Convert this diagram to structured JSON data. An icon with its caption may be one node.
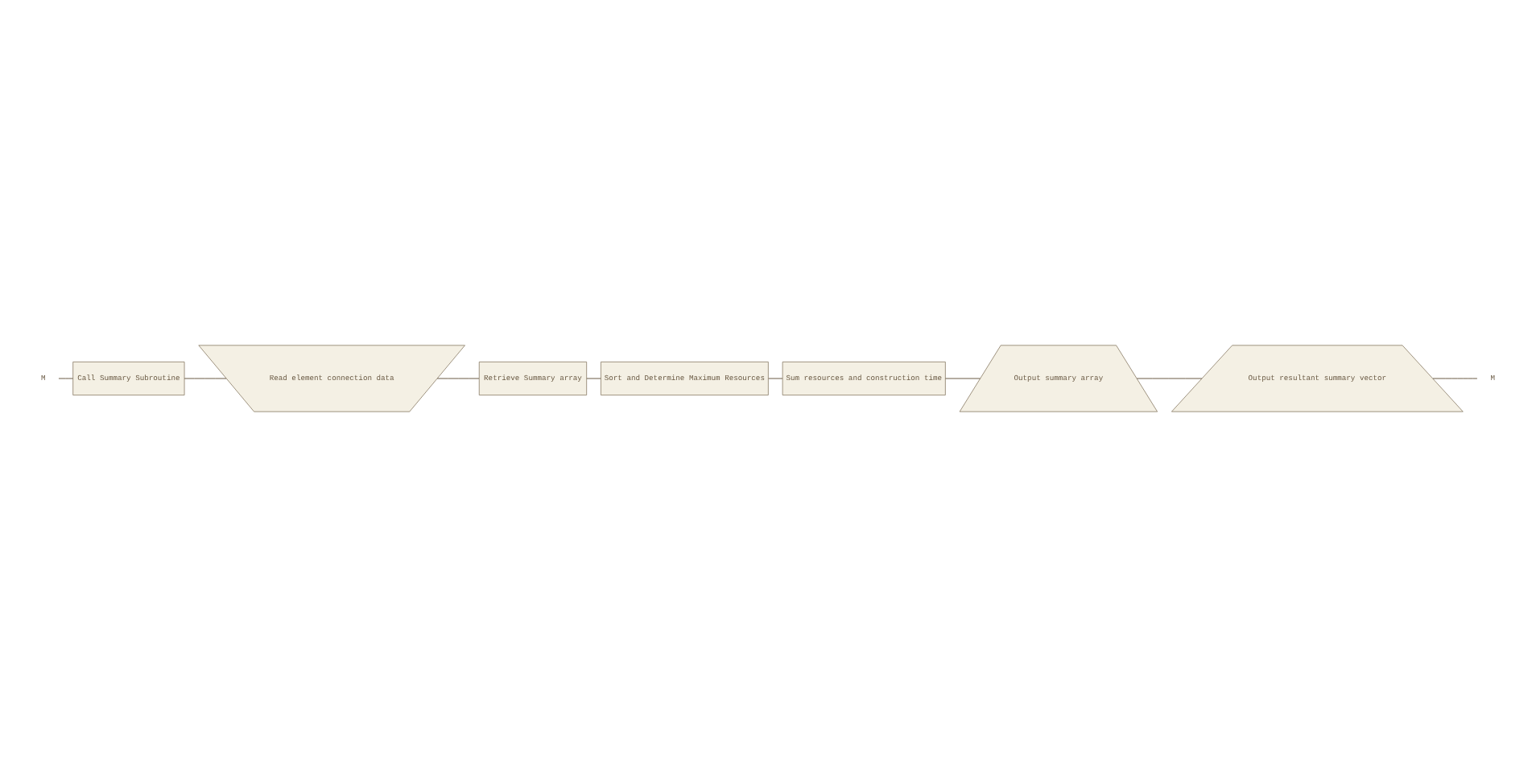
{
  "diagram": {
    "nodes": [
      {
        "text": [
          "M"
        ]
      },
      {
        "text": [
          "Call Summary Subroutine"
        ]
      },
      {
        "text": [
          "Read element connection data"
        ]
      },
      {
        "text": [
          "Retrieve Summary array"
        ]
      },
      {
        "text": [
          "Sort and Determine Maximum Resources"
        ]
      },
      {
        "text": [
          "Sum resources and construction time"
        ]
      },
      {
        "text": [
          "Output summary array"
        ]
      },
      {
        "text": [
          "Output resultant summary vector"
        ]
      },
      {
        "text": [
          "M"
        ]
      }
    ],
    "edges": [
      {
        "from": 0,
        "to": 1,
        "arrow": "none"
      },
      {
        "from": 1,
        "to": 2,
        "arrow": "none"
      },
      {
        "from": 2,
        "to": 3,
        "arrow": "none"
      },
      {
        "from": 3,
        "to": 4,
        "arrow": "none"
      },
      {
        "from": 4,
        "to": 5,
        "arrow": "none"
      },
      {
        "from": 5,
        "to": 6,
        "arrow": "none"
      },
      {
        "from": 6,
        "to": 7,
        "arrow": "none"
      },
      {
        "from": 7,
        "to": 8,
        "arrow": "none"
      }
    ]
  }
}
